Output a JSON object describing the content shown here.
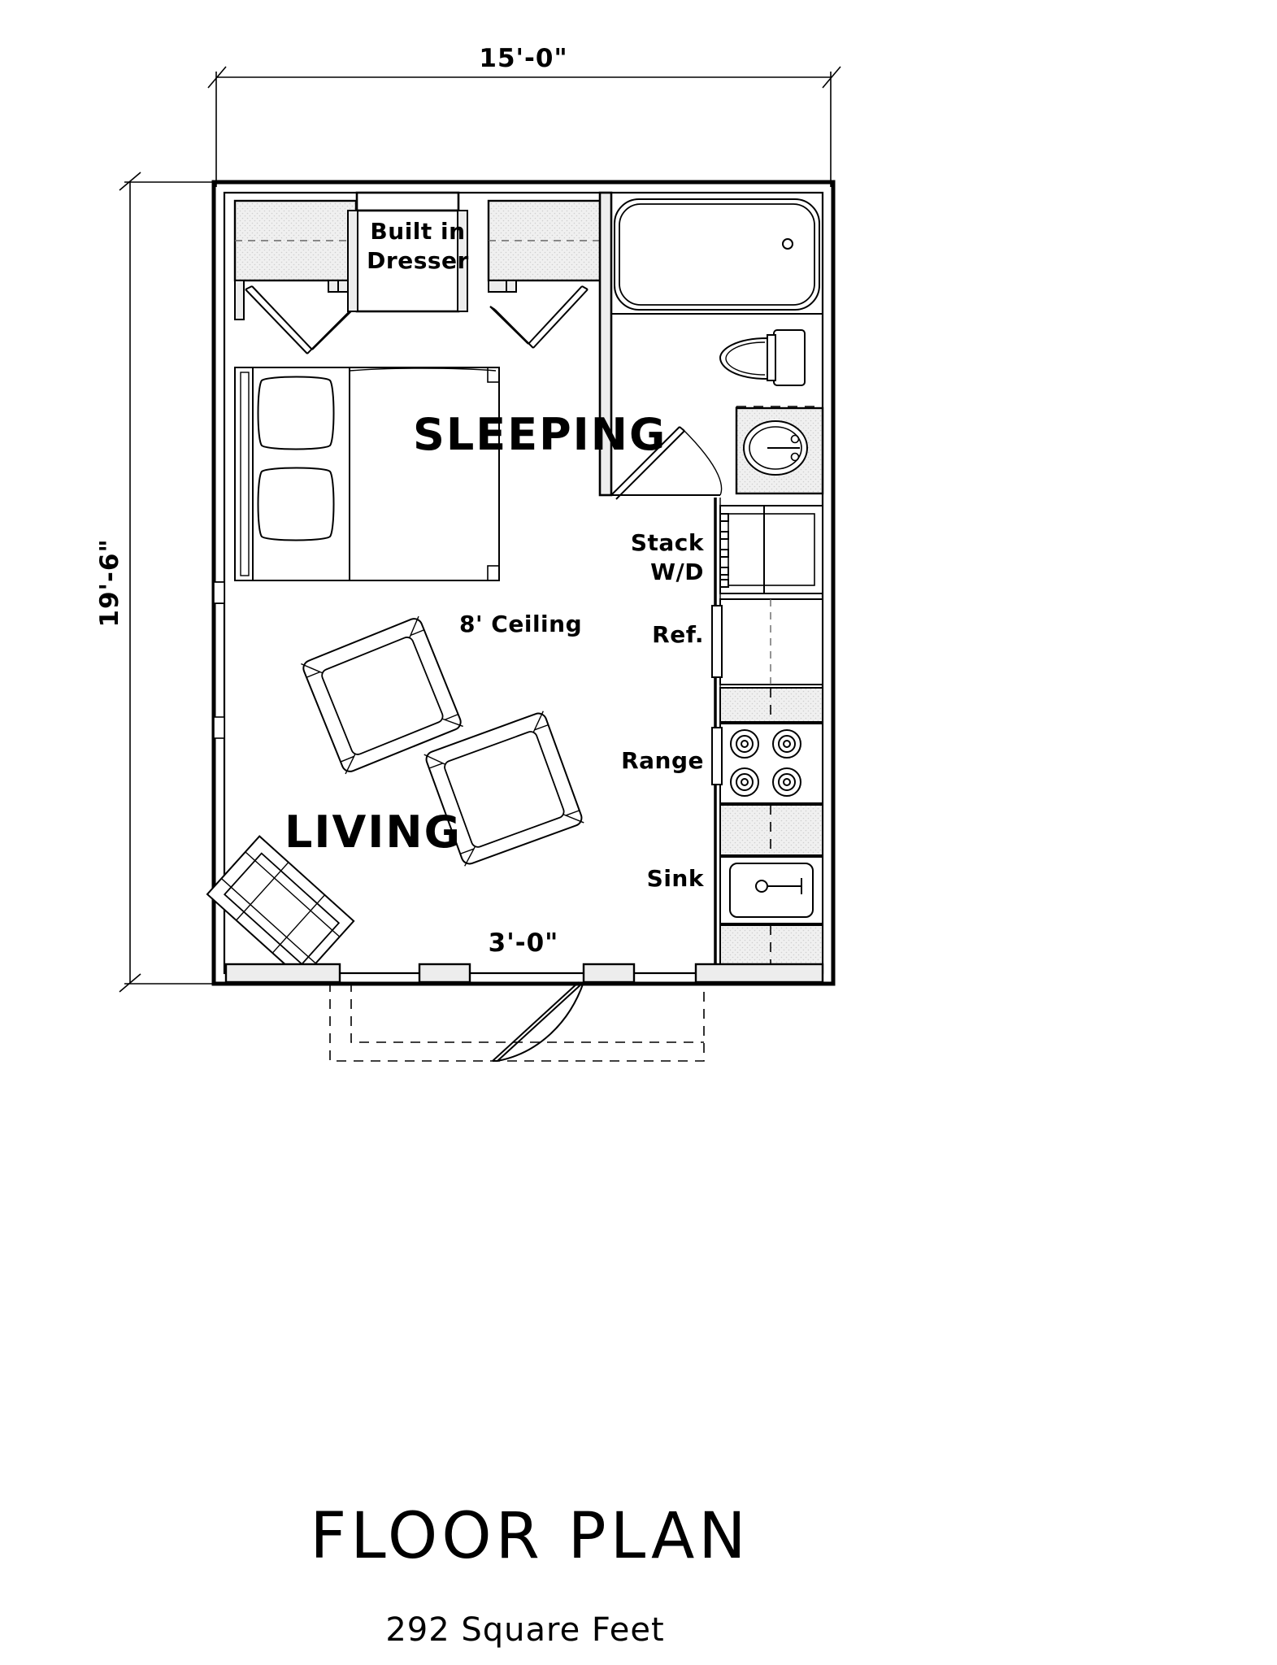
{
  "document": {
    "title": "FLOOR PLAN",
    "subtitle": "292 Square Feet"
  },
  "dimensions": {
    "width_label": "15'-0\"",
    "height_label": "19'-6\"",
    "entry_door_label": "3'-0\""
  },
  "rooms": [
    {
      "id": "sleeping",
      "label": "SLEEPING"
    },
    {
      "id": "living",
      "label": "LIVING"
    }
  ],
  "notes": {
    "ceiling": "8' Ceiling",
    "built_in_dresser_line1": "Built in",
    "built_in_dresser_line2": "Dresser"
  },
  "fixtures": [
    {
      "id": "stack-wd",
      "label_line1": "Stack",
      "label_line2": "W/D"
    },
    {
      "id": "refrigerator",
      "label": "Ref."
    },
    {
      "id": "range",
      "label": "Range"
    },
    {
      "id": "sink",
      "label": "Sink"
    }
  ],
  "colors": {
    "ink": "#000000",
    "paper": "#ffffff",
    "hatch": "#eeeeee",
    "cabinet": "#ededed"
  }
}
